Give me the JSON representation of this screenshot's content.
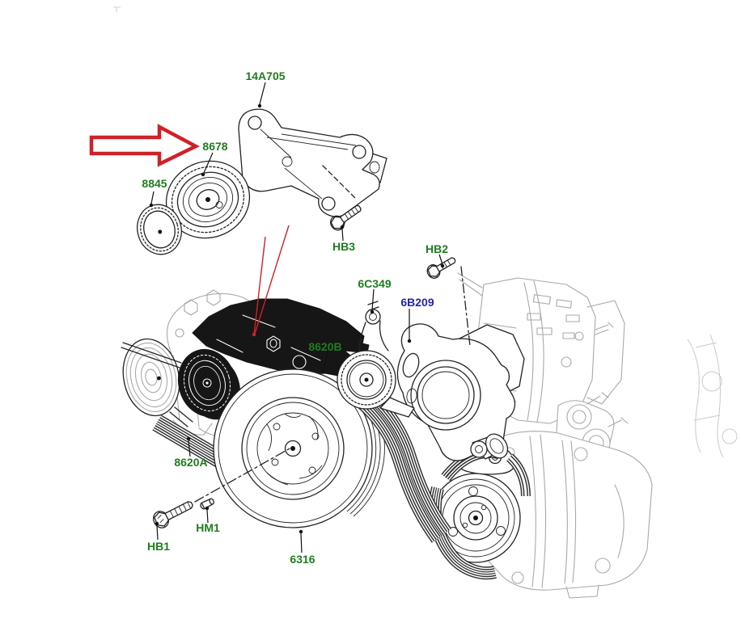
{
  "diagram": {
    "labels": [
      {
        "id": "14A705",
        "text": "14A705",
        "color": "green"
      },
      {
        "id": "8678",
        "text": "8678",
        "color": "green",
        "highlighted_by_arrow": true
      },
      {
        "id": "8845",
        "text": "8845",
        "color": "green"
      },
      {
        "id": "HB3",
        "text": "HB3",
        "color": "green"
      },
      {
        "id": "HB2",
        "text": "HB2",
        "color": "green"
      },
      {
        "id": "6C349",
        "text": "6C349",
        "color": "green"
      },
      {
        "id": "6B209",
        "text": "6B209",
        "color": "blue"
      },
      {
        "id": "8620B",
        "text": "8620B",
        "color": "green"
      },
      {
        "id": "8620A",
        "text": "8620A",
        "color": "green"
      },
      {
        "id": "HB1",
        "text": "HB1",
        "color": "green"
      },
      {
        "id": "HM1",
        "text": "HM1",
        "color": "green"
      },
      {
        "id": "6316",
        "text": "6316",
        "color": "green"
      }
    ],
    "colors": {
      "green": "#1e7d1e",
      "blue": "#2323b4",
      "red": "#d02128"
    }
  }
}
